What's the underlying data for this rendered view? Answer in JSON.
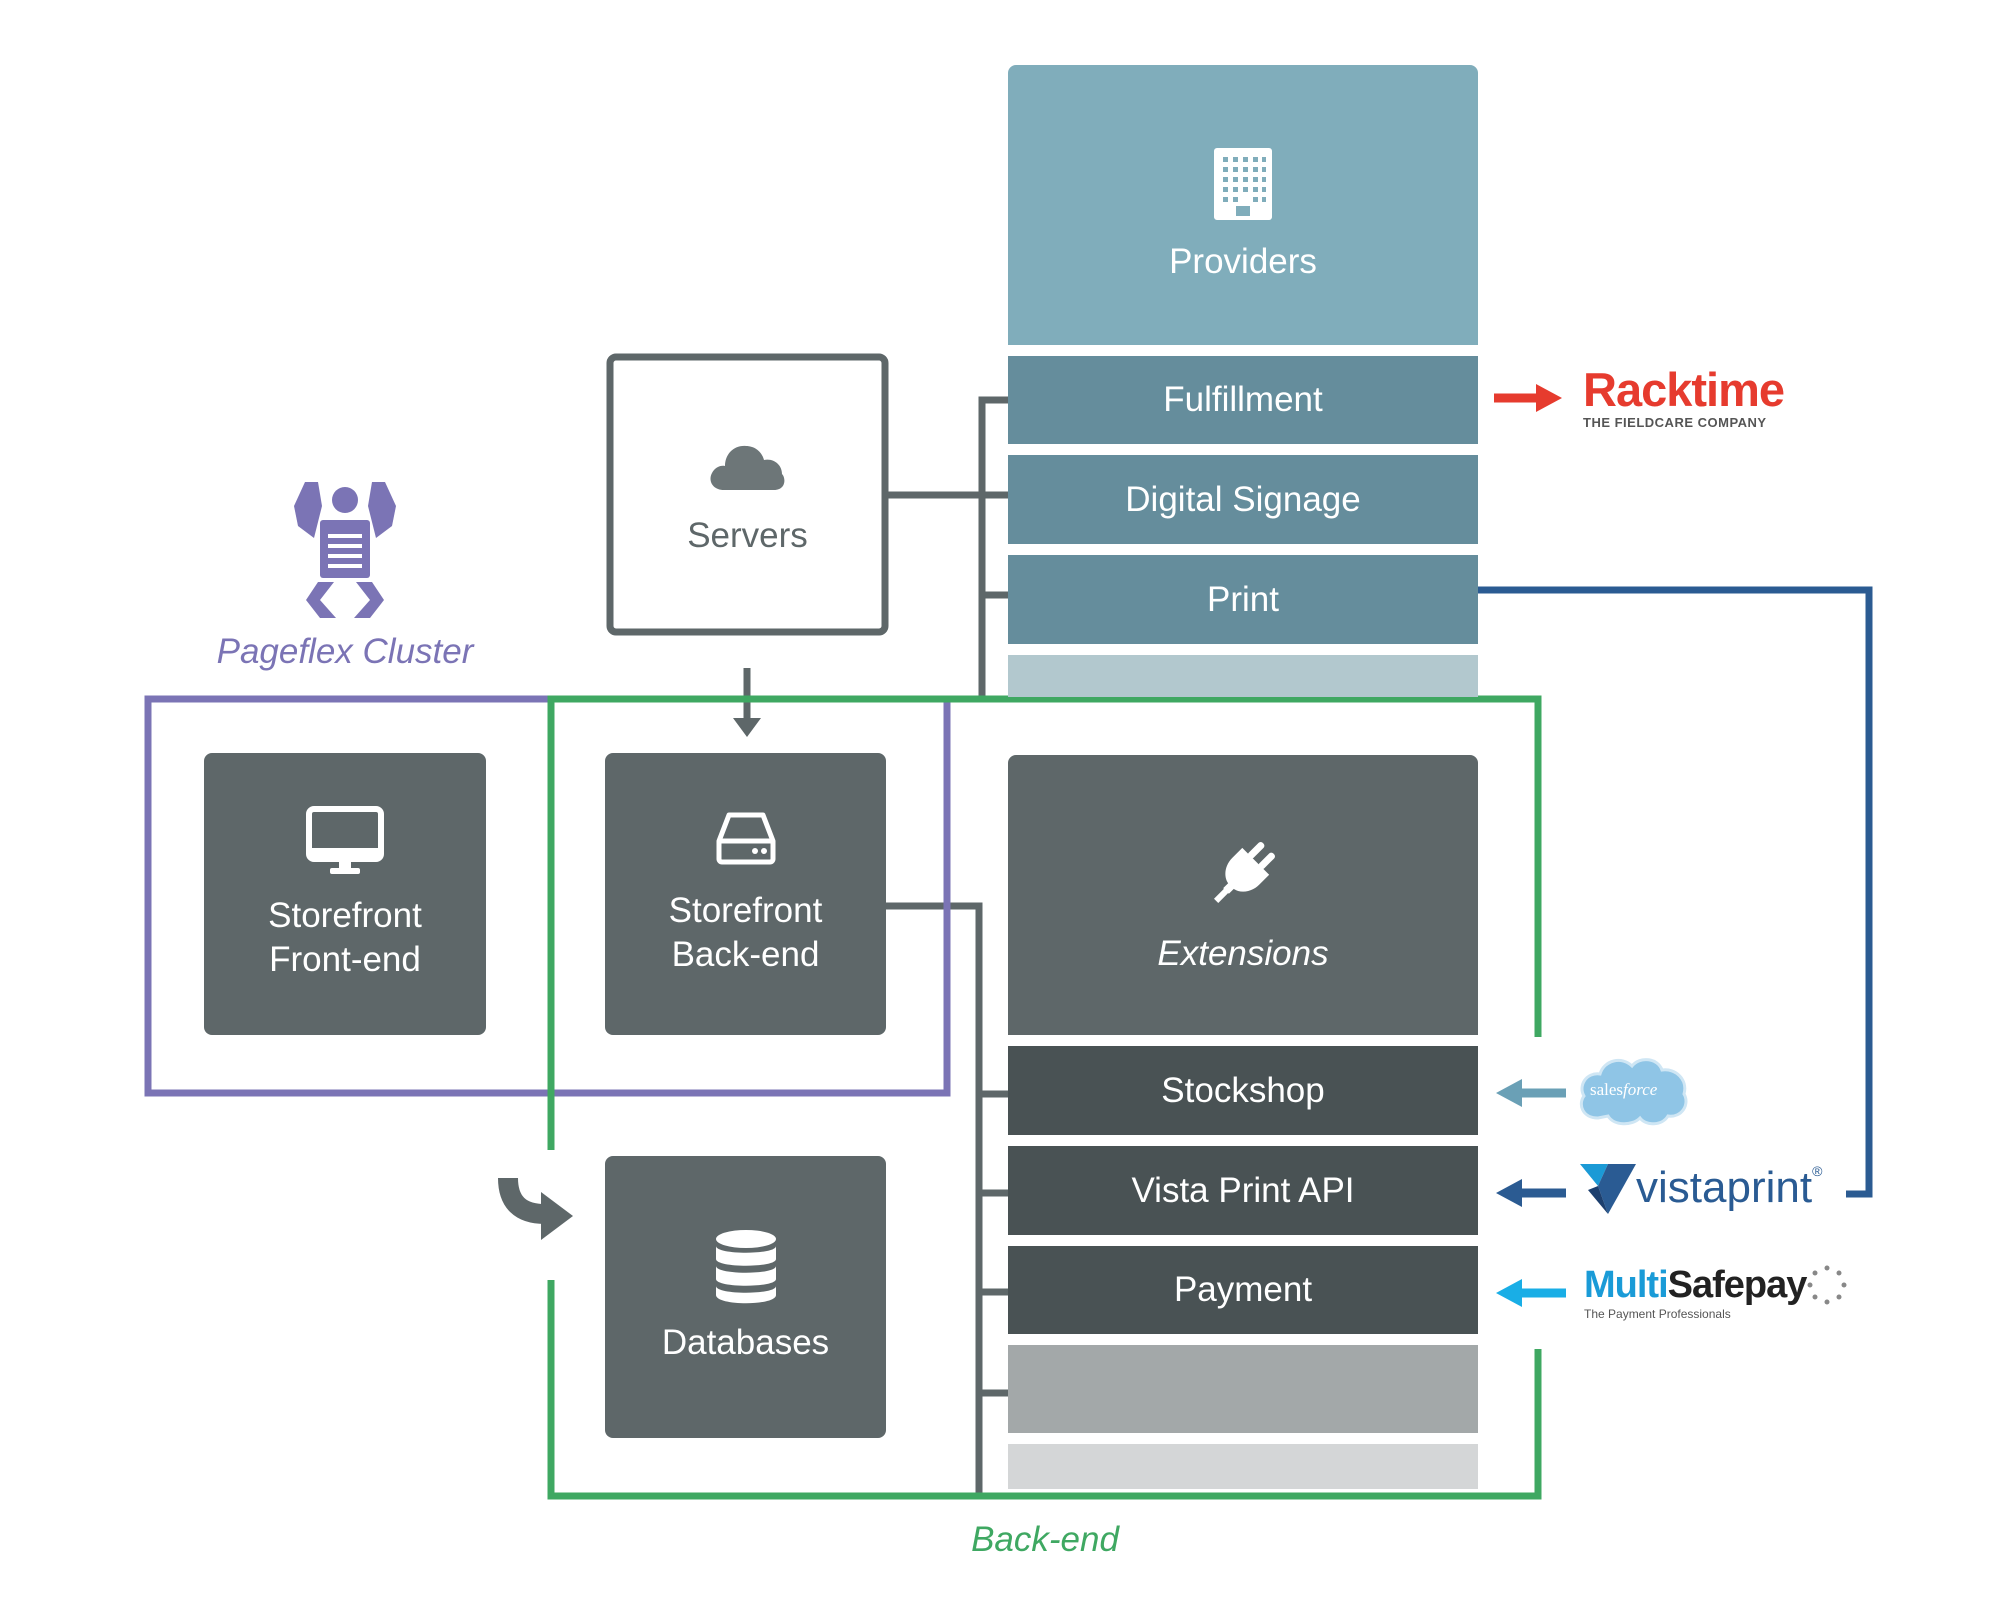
{
  "cluster": {
    "label": "Pageflex Cluster",
    "color": "#7b74b5"
  },
  "backend": {
    "label": "Back-end",
    "color": "#3fa862"
  },
  "servers": {
    "label": "Servers",
    "icon": "cloud-icon"
  },
  "storefront_frontend": {
    "line1": "Storefront",
    "line2": "Front-end",
    "icon": "monitor-icon"
  },
  "storefront_backend": {
    "line1": "Storefront",
    "line2": "Back-end",
    "icon": "hard-drive-icon"
  },
  "databases": {
    "label": "Databases",
    "icon": "database-icon"
  },
  "providers": {
    "label": "Providers",
    "icon": "building-icon",
    "items": [
      "Fulfillment",
      "Digital Signage",
      "Print"
    ]
  },
  "extensions": {
    "label": "Extensions",
    "icon": "plug-icon",
    "items": [
      "Stockshop",
      "Vista Print API",
      "Payment"
    ]
  },
  "partners": {
    "racktime": {
      "name": "Racktime",
      "tagline": "THE FIELDCARE COMPANY",
      "color": "#e63b2e"
    },
    "salesforce": {
      "name_part1": "sales",
      "name_part2": "force",
      "color": "#8fc5e6"
    },
    "vistaprint": {
      "name": "vistaprint",
      "mark": "®",
      "color": "#2a5b93"
    },
    "multisafepay": {
      "name_part1": "Multi",
      "name_part2": "Safepay",
      "tagline": "The Payment Professionals",
      "color": "#1a9bd7"
    }
  },
  "colors": {
    "providers_top": "#80adbb",
    "providers_item": "#658d9c",
    "providers_light": "#b2c8ce",
    "dark_box": "#5e6769",
    "extension_item": "#495254",
    "connector": "#5e6769",
    "print_line": "#2b5b92"
  }
}
